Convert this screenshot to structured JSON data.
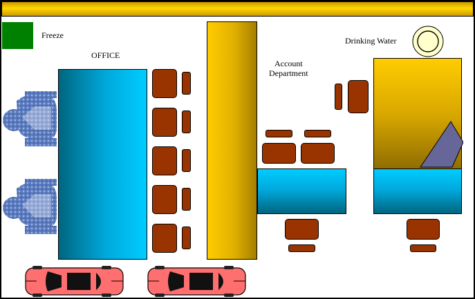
{
  "labels": {
    "freeze": "Freeze",
    "office": "OFFICE",
    "account_line1": "Account",
    "account_line2": "Department",
    "drinking_water": "Drinking Water"
  },
  "colors": {
    "top_bar": "#ddb400",
    "freeze_box": "#008000",
    "chair": "#993300",
    "desk_cyan": "#00ccff",
    "partition_gold": "#ffcc00",
    "car_body": "#ff6f6f",
    "water_cooler": "#ffffcc",
    "person_pattern": "#5577bb",
    "wedge": "#666699"
  },
  "icons": {
    "car": "car-icon",
    "person": "person-icon",
    "water_cooler": "water-cooler-icon"
  }
}
